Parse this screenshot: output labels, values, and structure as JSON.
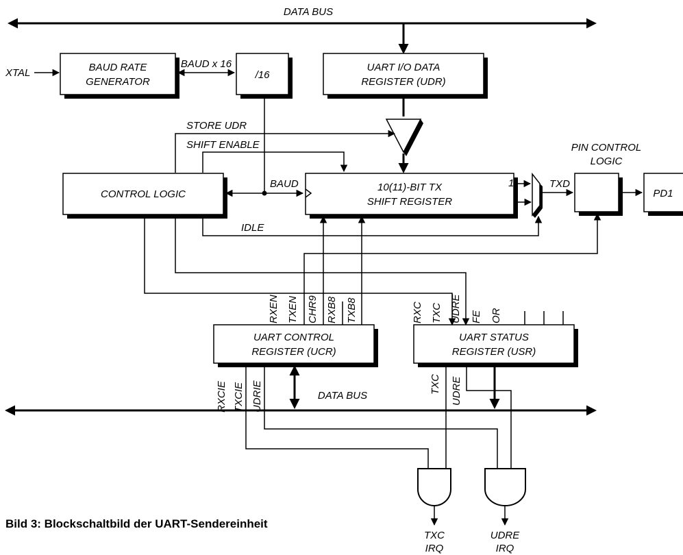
{
  "labels": {
    "data_bus_top": "DATA BUS",
    "data_bus_bottom": "DATA BUS",
    "xtal": "XTAL",
    "baud_gen_1": "BAUD RATE",
    "baud_gen_2": "GENERATOR",
    "baud_x16": "BAUD x 16",
    "div16": "/16",
    "udr_1": "UART I/O DATA",
    "udr_2": "REGISTER (UDR)",
    "store_udr": "STORE UDR",
    "shift_enable": "SHIFT ENABLE",
    "pin_control_1": "PIN CONTROL",
    "pin_control_2": "LOGIC",
    "control_logic": "CONTROL LOGIC",
    "baud": "BAUD",
    "shift_reg_1": "10(11)-BIT TX",
    "shift_reg_2": "SHIFT REGISTER",
    "one": "1",
    "txd": "TXD",
    "pd1": "PD1",
    "idle": "IDLE",
    "ucr_1": "UART CONTROL",
    "ucr_2": "REGISTER (UCR)",
    "usr_1": "UART STATUS",
    "usr_2": "REGISTER (USR)",
    "bit_rxen": "RXEN",
    "bit_txen": "TXEN",
    "bit_chr9": "CHR9",
    "bit_rxb8": "RXB8",
    "bit_txb8": "TXB8",
    "bit_rxc": "RXC",
    "bit_txc": "TXC",
    "bit_udre": "UDRE",
    "bit_fe": "FE",
    "bit_or": "OR",
    "bit_rxcie": "RXCIE",
    "bit_txcie": "TXCIE",
    "bit_udrie": "UDRIE",
    "bit_txc_out": "TXC",
    "bit_udre_out": "UDRE",
    "irq_txc_1": "TXC",
    "irq_txc_2": "IRQ",
    "irq_udre_1": "UDRE",
    "irq_udre_2": "IRQ",
    "caption": "Bild 3: Blockschaltbild der UART-Sendereinheit"
  }
}
